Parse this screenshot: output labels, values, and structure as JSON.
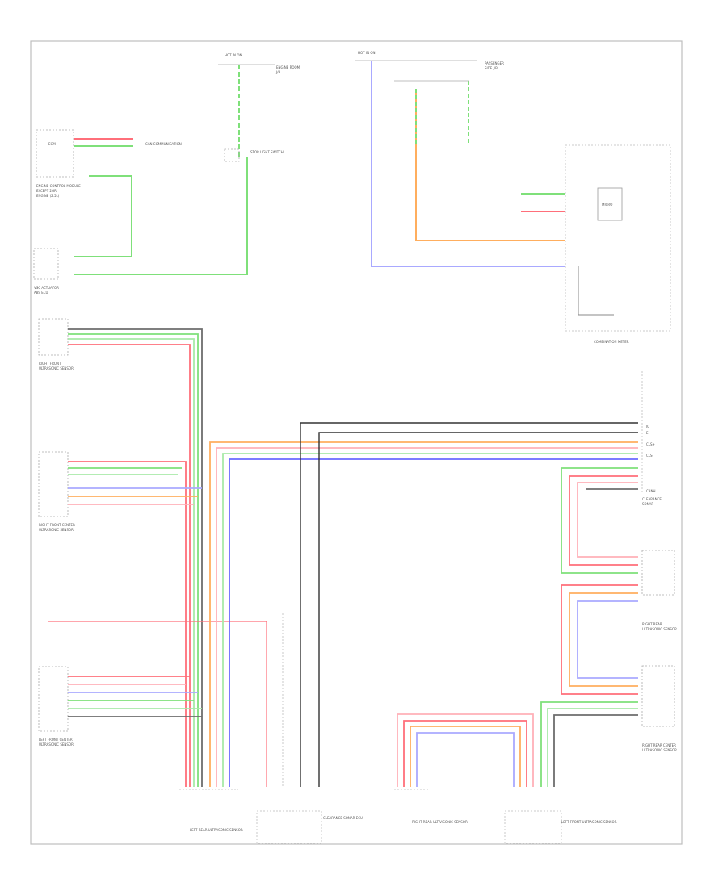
{
  "title": "",
  "colors": {
    "wire_red": "#ff6f7a",
    "wire_green": "#7fe07a",
    "wire_blue": "#6a6aff",
    "wire_lightblue": "#a9a9ff",
    "wire_orange": "#ffae5e",
    "wire_pink": "#ffb0b8",
    "wire_lightgreen": "#a8eaa8",
    "wire_gray": "#6d6d6d",
    "wire_black": "#333333",
    "frame": "#bdbdbd"
  },
  "labels": {
    "hot_at_all_times_1": "HOT IN ON",
    "hot_at_all_times_2": "HOT IN ON",
    "engine_control": "ENGINE CONTROL MODULE",
    "combination_meter": "COMBINATION METER",
    "footer_code": "",
    "left_rear_sensor": "LEFT REAR ULTRASONIC SENSOR",
    "right_rear_sensor": "RIGHT REAR ULTRASONIC SENSOR",
    "clearance_sonar": "CLEARANCE SONAR ECU",
    "left_front_sensor": "LEFT FRONT ULTRASONIC SENSOR",
    "right_front_sensor": "RIGHT FRONT ULTRASONIC SENSOR"
  }
}
